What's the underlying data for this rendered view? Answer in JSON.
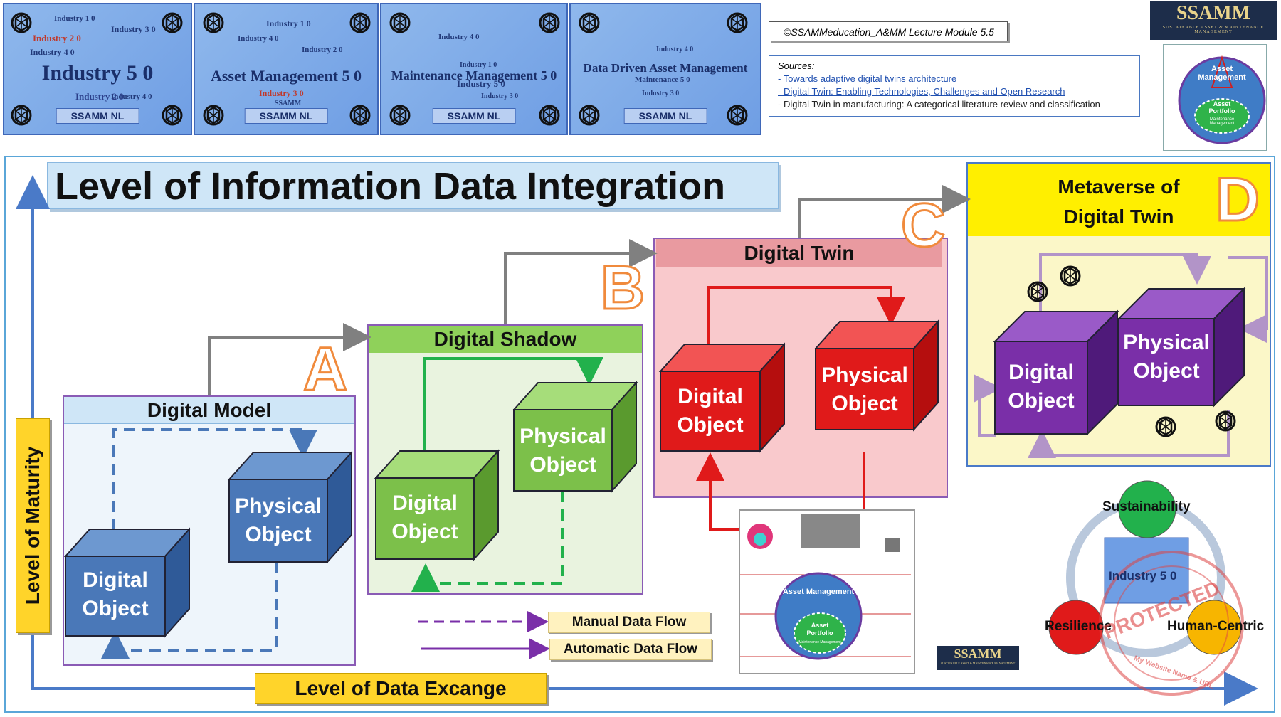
{
  "banners": [
    {
      "main": "Industry 5 0",
      "tag": "SSAMM NL",
      "cloud": [
        "Industry 1 0",
        "Industry 2 0",
        "Industry 3 0",
        "Industry 4 0",
        "Industry 5 0",
        "Industry 4 0",
        "Industry 2 0"
      ]
    },
    {
      "main": "Asset Management 5 0",
      "tag": "SSAMM NL",
      "cloud": [
        "Industry 1 0",
        "Industry 4 0",
        "Industry 2 0",
        "Industry 3 0",
        "SSAMM"
      ]
    },
    {
      "main": "Maintenance Management 5 0",
      "tag": "SSAMM NL",
      "cloud": [
        "Industry 1 0",
        "Industry 5 0",
        "Industry 4 0",
        "Industry 3 0"
      ]
    },
    {
      "main": "Data Driven Asset Management",
      "tag": "SSAMM NL",
      "cloud": [
        "Maintenance 5 0",
        "Industry 4 0",
        "Industry 3 0"
      ]
    }
  ],
  "copyright": "©SSAMMeducation_A&MM Lecture Module 5.5",
  "sources": {
    "heading": "Sources:",
    "items": [
      {
        "text": "- Towards adaptive digital twins architecture",
        "link": true
      },
      {
        "text": "- Digital Twin: Enabling Technologies, Challenges and Open Research",
        "link": true
      },
      {
        "text": "- Digital Twin in manufacturing: A categorical literature review and classification",
        "link": false
      }
    ]
  },
  "logo": {
    "name": "SSAMM",
    "tagline": "SUSTAINABLE ASSET & MAINTENANCE MANAGEMENT"
  },
  "mini_diagram": {
    "center": "Asset Management",
    "inner": "Asset Portfolio",
    "inner_sub": "Maintenance Management"
  },
  "title": "Level of Information Data Integration",
  "y_axis_label": "Level of Maturity",
  "x_axis_label": "Level of Data Excange",
  "stages": [
    {
      "letter": "A",
      "title": "Digital Model",
      "digital": [
        "Digital",
        "Object"
      ],
      "physical": [
        "Physical",
        "Object"
      ]
    },
    {
      "letter": "B",
      "title": "Digital Shadow",
      "digital": [
        "Digital",
        "Object"
      ],
      "physical": [
        "Physical",
        "Object"
      ]
    },
    {
      "letter": "C",
      "title": "Digital Twin",
      "digital": [
        "Digital",
        "Object"
      ],
      "physical": [
        "Physical",
        "Object"
      ]
    },
    {
      "letter": "D",
      "title_lines": [
        "Metaverse of",
        "Digital Twin"
      ],
      "digital": [
        "Digital",
        "Object"
      ],
      "physical": [
        "Physical",
        "Object"
      ]
    }
  ],
  "legend": {
    "manual": "Manual Data Flow",
    "automatic": "Automatic Data Flow"
  },
  "am_diagram": {
    "center": "Asset Management",
    "inner": "Asset Portfolio",
    "inner_sub": "Maintenance Management"
  },
  "human_centric": {
    "top": "Sustainability",
    "left": "Resilience",
    "right": "Human-Centric",
    "center": "Industry 5 0",
    "stamp": "PROTECTED",
    "stamp_sub": "My Website Name & URL"
  },
  "colors": {
    "model": "#4a78b8",
    "shadow": "#7cc04a",
    "twin": "#e01a1a",
    "metaverse": "#7a2fa8",
    "axis": "#4a7ac8",
    "label": "#ffd42a"
  }
}
